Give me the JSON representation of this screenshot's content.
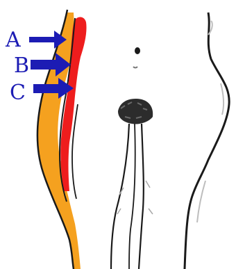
{
  "figure": {
    "labels": [
      {
        "id": "A",
        "text": "A"
      },
      {
        "id": "B",
        "text": "B"
      },
      {
        "id": "C",
        "text": "C"
      }
    ],
    "colors": {
      "orange_layer": "#f5a11f",
      "red_layer": "#ee1d1d",
      "arrow": "#1c1cb4",
      "outline": "#1a1a1a",
      "skin_shading": "#bdbdbd"
    }
  }
}
